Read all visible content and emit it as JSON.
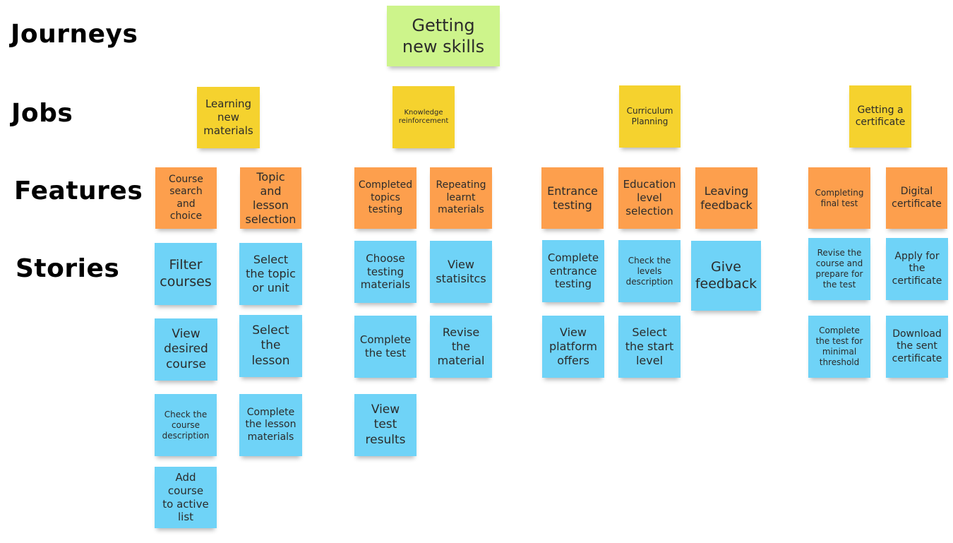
{
  "colors": {
    "journey": "#cdf48b",
    "job": "#f5d22e",
    "feature": "#fd9f4d",
    "story": "#6fd3f7"
  },
  "row_labels": {
    "journeys": "Journeys",
    "jobs": "Jobs",
    "features": "Features",
    "stories": "Stories"
  },
  "journey": {
    "label": "Getting new skills"
  },
  "jobs": [
    {
      "label": "Learning new materials"
    },
    {
      "label": "Knowledge reinforcement"
    },
    {
      "label": "Curriculum Planning"
    },
    {
      "label": "Getting a certificate"
    }
  ],
  "features": [
    {
      "label": "Course search and choice"
    },
    {
      "label": "Topic and lesson selection"
    },
    {
      "label": "Completed topics testing"
    },
    {
      "label": "Repeating learnt materials"
    },
    {
      "label": "Entrance testing"
    },
    {
      "label": "Education level selection"
    },
    {
      "label": "Leaving feedback"
    },
    {
      "label": "Completing final test"
    },
    {
      "label": "Digital certificate"
    }
  ],
  "stories": [
    {
      "label": "Filter courses"
    },
    {
      "label": "View desired course"
    },
    {
      "label": "Check the course description"
    },
    {
      "label": "Add course to active list"
    },
    {
      "label": "Select the topic or unit"
    },
    {
      "label": "Select the lesson"
    },
    {
      "label": "Complete the lesson materials"
    },
    {
      "label": "Choose testing materials"
    },
    {
      "label": "Complete the test"
    },
    {
      "label": "View test results"
    },
    {
      "label": "View statisitcs"
    },
    {
      "label": "Revise the material"
    },
    {
      "label": "Complete entrance testing"
    },
    {
      "label": "View platform offers"
    },
    {
      "label": "Check the levels description"
    },
    {
      "label": "Select the start level"
    },
    {
      "label": "Give feedback"
    },
    {
      "label": "Revise the course and prepare for the test"
    },
    {
      "label": "Complete the test for minimal threshold"
    },
    {
      "label": "Apply for the certificate"
    },
    {
      "label": "Download the sent certificate"
    }
  ]
}
